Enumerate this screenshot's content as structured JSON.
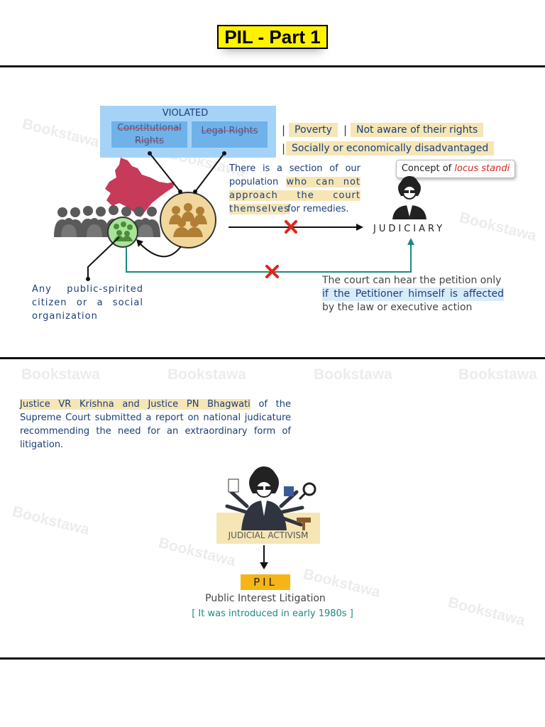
{
  "title": "PIL - Part 1",
  "watermark": "Bookstawa",
  "violated": {
    "heading": "VIOLATED",
    "left": "Constitutional Rights",
    "right": "Legal Rights"
  },
  "tags": {
    "poverty": "Poverty",
    "not_aware": "Not aware of their rights",
    "disadvantaged": "Socially or economically disadvantaged",
    "pipe": "|"
  },
  "population_text": {
    "part1": "There is a section of our population",
    "part2": "who can not approach the court themselves",
    "part3": "for remedies."
  },
  "callout": {
    "prefix": "Concept of",
    "term": "locus standi"
  },
  "judiciary_label": "JUDICIARY",
  "citizen_text": "Any public-spirited citizen or a social organization",
  "court_text": {
    "part1": "The court can hear the petition only",
    "part2": "if the Petitioner himself is affected",
    "part3": "by the law or executive action"
  },
  "report_text": {
    "names": "Justice VR Krishna and Justice PN Bhagwati",
    "rest": "of the Supreme Court submitted a report on national judicature recommending the need for an extraordinary form of litigation."
  },
  "judicial_activism": "JUDICIAL ACTIVISM",
  "pil": {
    "label": "PIL",
    "full": "Public Interest Litigation",
    "note": "[ It was introduced in early 1980s ]"
  },
  "colors": {
    "title_bg": "#fff200",
    "highlight_tan": "#f6e6b6",
    "highlight_blue": "#d7ebf9",
    "violated_bg": "#a5d3f7",
    "pil_bg": "#f6b516",
    "text_blue": "#1a3e78",
    "teal_arrow": "#1a8a80",
    "cross_red": "#e0241b",
    "india_red": "#c73a5a"
  }
}
